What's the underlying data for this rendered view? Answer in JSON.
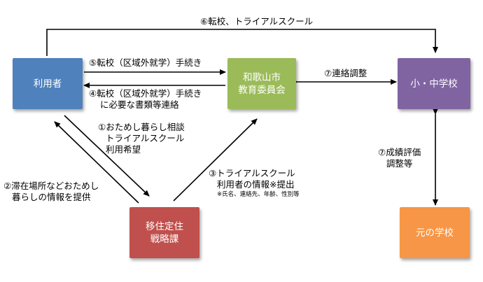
{
  "nodes": {
    "user": {
      "label": "利用者",
      "color": "#4f81bd"
    },
    "board": {
      "lines": [
        "和歌山市",
        "教育委員会"
      ],
      "color": "#9bbb59"
    },
    "school": {
      "label": "小・中学校",
      "color": "#8064a2"
    },
    "orig_school": {
      "label": "元の学校",
      "color": "#f79646"
    },
    "strategy": {
      "lines": [
        "移住定住",
        "戦略課"
      ],
      "color": "#c0504d"
    }
  },
  "edges": {
    "e6": "⑥転校、トライアルスクール",
    "e5": "⑤転校（区域外就学）手続き",
    "e4": [
      "④転校（区域外就学）手続き",
      "に必要な書類等連絡"
    ],
    "e7a": "⑦連絡調整",
    "e1": [
      "①おためし暮らし相談",
      "トライアルスクール",
      "利用希望"
    ],
    "e2": [
      "②滞在場所などおためし",
      "暮らしの情報を提供"
    ],
    "e3": [
      "③トライアルスクール",
      "利用者の情報※提出"
    ],
    "e3note": "※氏名、連絡先、年齢、性別等",
    "e7b": [
      "⑦成績評価",
      "調整等"
    ]
  }
}
